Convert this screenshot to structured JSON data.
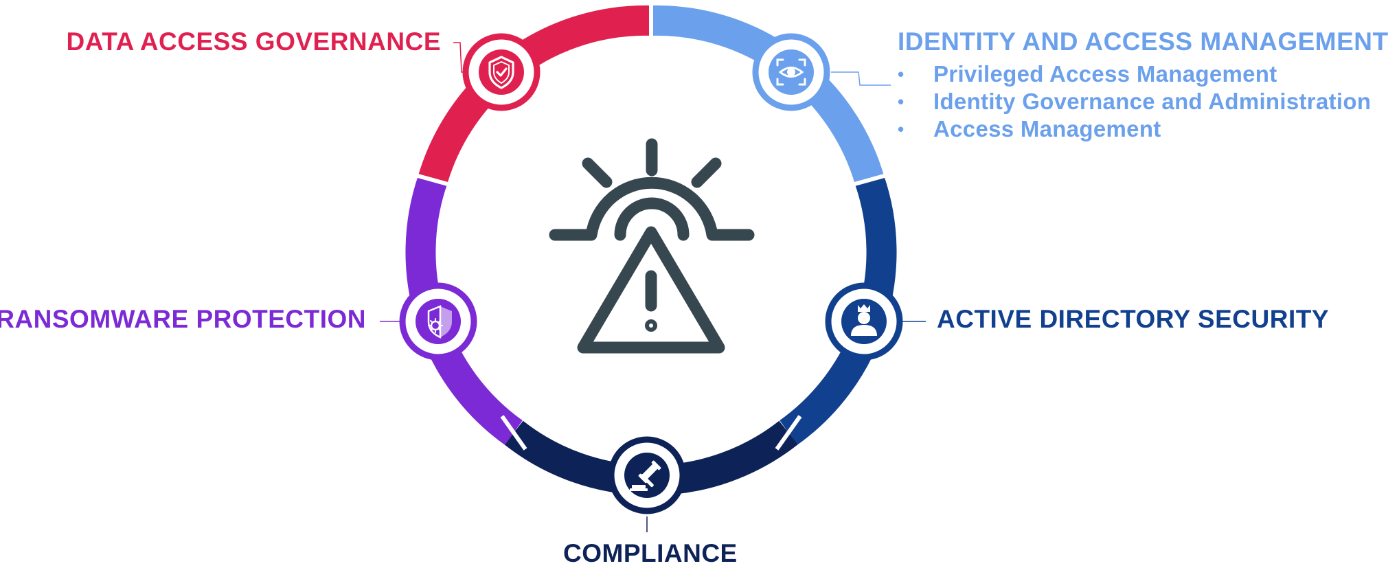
{
  "segments": [
    {
      "id": "data-access-governance",
      "title": "DATA ACCESS GOVERNANCE",
      "color": "#e0214f",
      "icon": "shield-check-icon"
    },
    {
      "id": "identity-and-access-management",
      "title": "IDENTITY AND ACCESS MANAGEMENT",
      "color": "#6ba0ec",
      "icon": "eye-scan-icon",
      "items": [
        "Privileged Access Management",
        "Identity Governance and Administration",
        "Access Management"
      ]
    },
    {
      "id": "active-directory-security",
      "title": "ACTIVE DIRECTORY SECURITY",
      "color": "#11408f",
      "icon": "user-crown-icon"
    },
    {
      "id": "compliance",
      "title": "COMPLIANCE",
      "color": "#0d2257",
      "icon": "gavel-icon"
    },
    {
      "id": "ransomware-protection",
      "title": "RANSOMWARE PROTECTION",
      "color": "#7b2ad6",
      "icon": "shield-virus-icon"
    }
  ],
  "center_icon": "alert-beacon-icon",
  "center_icon_color": "#37474f",
  "bullet": "•"
}
